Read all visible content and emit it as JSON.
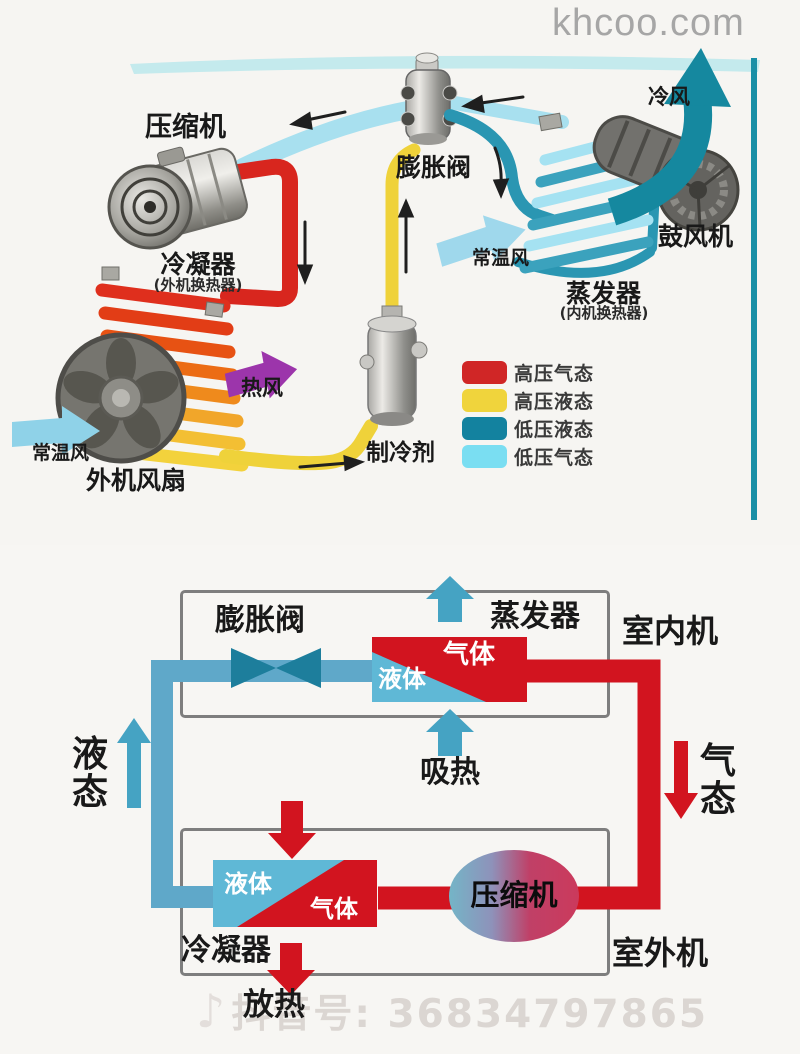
{
  "watermark": {
    "site": "khcoo.com",
    "douyin": "抖音号: 36834797865",
    "note_icon": "♪"
  },
  "top_diagram": {
    "labels": {
      "compressor": "压缩机",
      "condenser": "冷凝器",
      "condenser_sub": "(外机换热器)",
      "expansion_valve": "膨胀阀",
      "refrigerant": "制冷剂",
      "outdoor_fan": "外机风扇",
      "ambient_wind_left": "常温风",
      "hot_wind": "热风",
      "ambient_wind_right": "常温风",
      "evaporator": "蒸发器",
      "evaporator_sub": "(内机换热器)",
      "blower": "鼓风机",
      "cold_wind": "冷风"
    },
    "legend": {
      "items": [
        {
          "label": "高压气态",
          "color": "#d02626"
        },
        {
          "label": "高压液态",
          "color": "#f0d43c"
        },
        {
          "label": "低压液态",
          "color": "#13829f"
        },
        {
          "label": "低压气态",
          "color": "#7adef2"
        }
      ]
    }
  },
  "bottom_diagram": {
    "labels": {
      "expansion_valve": "膨胀阀",
      "evaporator": "蒸发器",
      "indoor_unit": "室内机",
      "liquid_state": "液态",
      "gas_state": "气态",
      "absorb_heat": "吸热",
      "release_heat": "放热",
      "condenser": "冷凝器",
      "compressor": "压缩机",
      "outdoor_unit": "室外机",
      "evaporator_liquid": "液体",
      "evaporator_gas": "气体",
      "condenser_liquid": "液体",
      "condenser_gas": "气体"
    }
  }
}
